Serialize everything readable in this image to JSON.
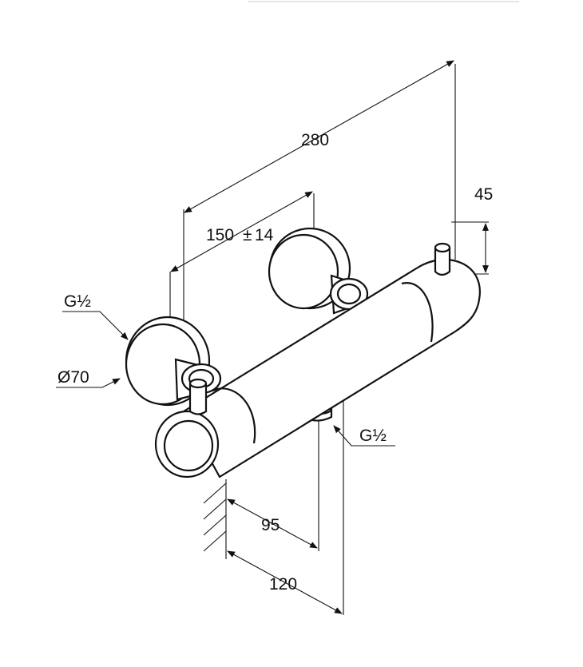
{
  "dimensions": {
    "overall_length": "280",
    "center_distance": "150",
    "center_tolerance_sign": "±",
    "center_tolerance": "14",
    "top_height": "45",
    "left_connection_thread": "G½",
    "escutcheon_diameter": "Ø70",
    "outlet_thread": "G½",
    "outlet_projection": "95",
    "total_projection": "120"
  },
  "colors": {
    "line": "#111111",
    "background": "#ffffff"
  }
}
